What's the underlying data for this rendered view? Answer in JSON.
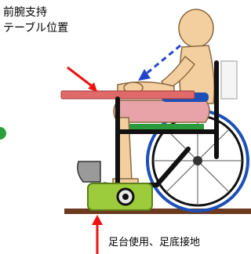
{
  "labels": {
    "forearm_table_line1": "前腕支持",
    "forearm_table_line2": "テーブル位置",
    "footrest": "足台使用、足底接地"
  },
  "colors": {
    "annotation_arrow": "#ee1111",
    "gaze_arrow": "#2244cc",
    "table": "#e06a6a",
    "skin": "#f3cfa0",
    "wheelchair_frame": "#111111",
    "footrest_block": "#9ccc3c",
    "floor": "#6b3a1f"
  }
}
